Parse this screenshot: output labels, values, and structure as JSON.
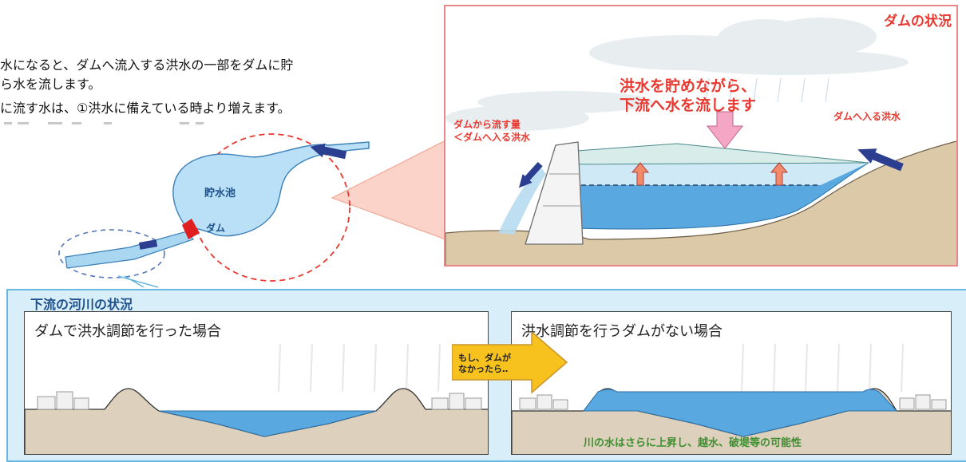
{
  "intro": {
    "line1": "水になると、ダムへ流入する洪水の一部をダムに貯",
    "line2": "ら水を流します。",
    "line3": "に流す水は、①洪水に備えている時より増えます。"
  },
  "map": {
    "reservoir_label": "貯水池",
    "dam_label": "ダム"
  },
  "dam_panel": {
    "title": "ダムの状況",
    "headline_line1": "洪水を貯めながら、",
    "headline_line2": "下流へ水を流します",
    "outflow_line1": "ダムから流す量",
    "outflow_line2": "＜ダムへ入る洪水",
    "inflow_label": "ダムへ入る洪水"
  },
  "downstream": {
    "title": "下流の河川の状況",
    "with_dam_title": "ダムで洪水調節を行った場合",
    "without_dam_title": "洪水調節を行うダムがない場合",
    "arrow_line1": "もし、ダムが",
    "arrow_line2": "なかったら‥",
    "without_dam_note": "川の水はさらに上昇し、越水、破堤等の可能性"
  },
  "colors": {
    "red_accent": "#e8382f",
    "water_blue": "#5aa8e0",
    "ground": "#e3d6c2",
    "panel_border_red": "#e8878a",
    "downstream_bg": "#d8eef8",
    "arrow_yellow": "#f7c21e",
    "note_green": "#3c8f2f"
  }
}
